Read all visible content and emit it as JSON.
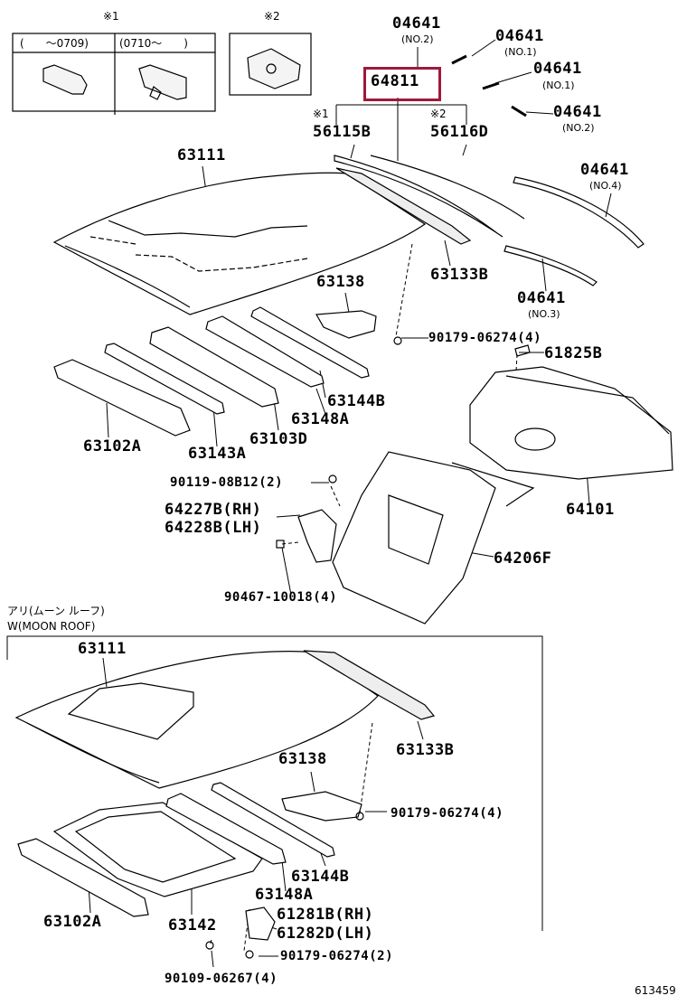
{
  "insets": {
    "left_mark": "※1",
    "left_col1": "(　　～0709)",
    "left_col2": "(0710～　　)",
    "right_mark": "※2"
  },
  "section_moonroof": {
    "jp": "アリ(ムーン ルーフ)",
    "en": "W(MOON ROOF)"
  },
  "highlight_part": "64811",
  "labels_top": {
    "p04641_no2_a": "04641",
    "p04641_no2_a_sub": "(NO.2)",
    "p04641_no1_a": "04641",
    "p04641_no1_a_sub": "(NO.1)",
    "p04641_no1_b": "04641",
    "p04641_no1_b_sub": "(NO.1)",
    "p04641_no2_b": "04641",
    "p04641_no2_b_sub": "(NO.2)",
    "p04641_no4": "04641",
    "p04641_no4_sub": "(NO.4)",
    "p04641_no3": "04641",
    "p04641_no3_sub": "(NO.3)",
    "mark1": "※1",
    "p56115b": "56115B",
    "mark2": "※2",
    "p56116d": "56116D",
    "p63111": "63111",
    "p63133b": "63133B",
    "p63138": "63138",
    "p90179_4": "90179-06274(4)",
    "p61825b": "61825B",
    "p63144b": "63144B",
    "p63148a": "63148A",
    "p63102a": "63102A",
    "p63143a": "63143A",
    "p63103d": "63103D",
    "p90119": "90119-08B12(2)",
    "p64227b": "64227B(RH)",
    "p64228b": "64228B(LH)",
    "p64101": "64101",
    "p64206f": "64206F",
    "p90467": "90467-10018(4)"
  },
  "labels_bottom": {
    "p63111": "63111",
    "p63133b": "63133B",
    "p63138": "63138",
    "p90179_4": "90179-06274(4)",
    "p63144b": "63144B",
    "p63148a": "63148A",
    "p63102a": "63102A",
    "p63142": "63142",
    "p61281b": "61281B(RH)",
    "p61282d": "61282D(LH)",
    "p90179_2": "90179-06274(2)",
    "p90109": "90109-06267(4)"
  },
  "figure_number": "613459"
}
